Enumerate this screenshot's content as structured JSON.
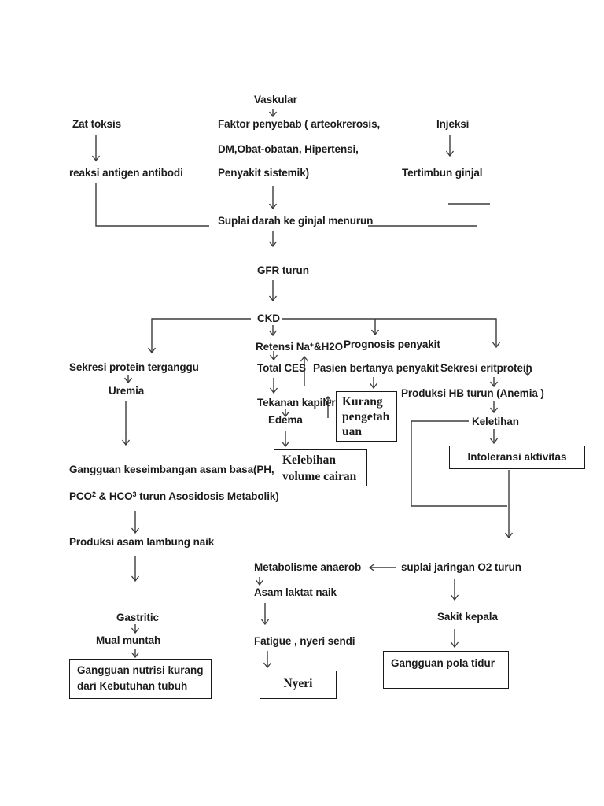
{
  "page": {
    "background": "#ffffff",
    "text_color": "#1c1c1c",
    "line_color": "#3b3b3b"
  },
  "nodes": {
    "vaskular": "Vaskular",
    "zat_toksis": "Zat toksis",
    "faktor_line1": "Faktor penyebab ( arteokrerosis,",
    "faktor_line2": "DM,Obat-obatan, Hipertensi,",
    "faktor_line3": "Penyakit sistemik)",
    "injeksi": "Injeksi",
    "reaksi_antigen": "reaksi antigen antibodi",
    "tertimbun_ginjal": "Tertimbun ginjal",
    "suplai_darah": "Suplai darah ke ginjal menurun",
    "gfr_turun": "GFR turun",
    "ckd": "CKD",
    "sekresi_protein": "Sekresi protein terganggu",
    "retensi_pre": "Retensi  Na",
    "retensi_sup": "+",
    "retensi_post": "&H2O",
    "prognosis": "Prognosis penyakit",
    "total_ces": "Total CES",
    "pasien_bertanya": "Pasien bertanya penyakit",
    "sekresi_eritprotein": "Sekresi eritprotein",
    "uremia": "Uremia",
    "produksi_hb": "Produksi HB turun (Anemia )",
    "tekanan_kapiler": "Tekanan kapiler",
    "edema": "Edema",
    "keletihan": "Keletihan",
    "asam_basa_line1": "Gangguan keseimbangan asam basa(PH,",
    "asam_basa_l2_p1": "PCO",
    "asam_basa_l2_s1": "2",
    "asam_basa_l2_p2": " & HCO",
    "asam_basa_l2_s2": "3",
    "asam_basa_l2_p3": " turun  Asosidosis Metabolik)",
    "produksi_asam": "Produksi asam lambung naik",
    "gastritic": "Gastritic",
    "mual_muntah": "Mual muntah",
    "metabolisme": "Metabolisme anaerob",
    "asam_laktat": "Asam laktat naik",
    "fatigue": "Fatigue , nyeri sendi",
    "suplai_o2": "suplai jaringan O2 turun",
    "sakit_kepala": "Sakit kepala"
  },
  "boxes": {
    "kurang": {
      "line1": "Kurang",
      "line2": "pengetah",
      "line3": "uan"
    },
    "kelebihan": {
      "line1": "Kelebihan",
      "line2": "volume cairan"
    },
    "intoleransi": {
      "label": "Intoleransi aktivitas"
    },
    "nutrisi": {
      "line1": "Gangguan nutrisi kurang",
      "line2": "dari Kebutuhan tubuh"
    },
    "nyeri": {
      "label": "Nyeri"
    },
    "pola_tidur": {
      "label": "Gangguan pola tidur"
    }
  }
}
